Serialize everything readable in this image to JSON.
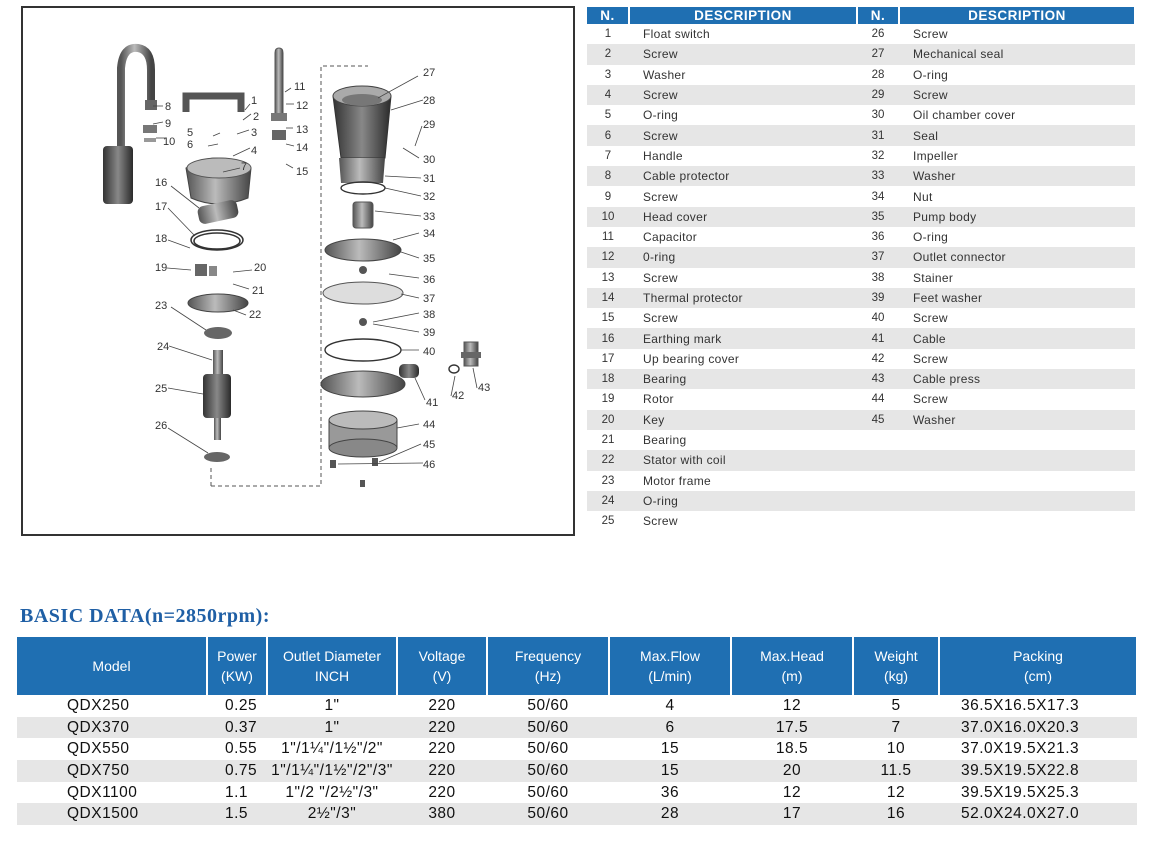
{
  "drawing": {
    "callouts": [
      "1",
      "2",
      "3",
      "4",
      "5",
      "6",
      "7",
      "8",
      "9",
      "10",
      "11",
      "12",
      "13",
      "14",
      "15",
      "16",
      "17",
      "18",
      "19",
      "20",
      "21",
      "22",
      "23",
      "24",
      "25",
      "26",
      "27",
      "28",
      "29",
      "30",
      "31",
      "32",
      "33",
      "34",
      "35",
      "36",
      "37",
      "38",
      "39",
      "40",
      "41",
      "42",
      "43",
      "44",
      "45",
      "46"
    ]
  },
  "parts": {
    "headers": {
      "n": "N.",
      "description": "DESCRIPTION"
    },
    "left": [
      {
        "n": "1",
        "d": "Float switch"
      },
      {
        "n": "2",
        "d": "Screw"
      },
      {
        "n": "3",
        "d": "Washer"
      },
      {
        "n": "4",
        "d": "Screw"
      },
      {
        "n": "5",
        "d": "O-ring"
      },
      {
        "n": "6",
        "d": "Screw"
      },
      {
        "n": "7",
        "d": "Handle"
      },
      {
        "n": "8",
        "d": "Cable protector"
      },
      {
        "n": "9",
        "d": "Screw"
      },
      {
        "n": "10",
        "d": "Head cover"
      },
      {
        "n": "11",
        "d": "Capacitor"
      },
      {
        "n": "12",
        "d": "0-ring"
      },
      {
        "n": "13",
        "d": "Screw"
      },
      {
        "n": "14",
        "d": "Thermal protector"
      },
      {
        "n": "15",
        "d": "Screw"
      },
      {
        "n": "16",
        "d": "Earthing mark"
      },
      {
        "n": "17",
        "d": "Up bearing cover"
      },
      {
        "n": "18",
        "d": "Bearing"
      },
      {
        "n": "19",
        "d": "Rotor"
      },
      {
        "n": "20",
        "d": "Key"
      },
      {
        "n": "21",
        "d": "Bearing"
      },
      {
        "n": "22",
        "d": "Stator with coil"
      },
      {
        "n": "23",
        "d": "Motor frame"
      },
      {
        "n": "24",
        "d": "O-ring"
      },
      {
        "n": "25",
        "d": "Screw"
      }
    ],
    "right": [
      {
        "n": "26",
        "d": "Screw"
      },
      {
        "n": "27",
        "d": "Mechanical seal"
      },
      {
        "n": "28",
        "d": "O-ring"
      },
      {
        "n": "29",
        "d": "Screw"
      },
      {
        "n": "30",
        "d": "Oil chamber cover"
      },
      {
        "n": "31",
        "d": "Seal"
      },
      {
        "n": "32",
        "d": "Impeller"
      },
      {
        "n": "33",
        "d": "Washer"
      },
      {
        "n": "34",
        "d": "Nut"
      },
      {
        "n": "35",
        "d": "Pump body"
      },
      {
        "n": "36",
        "d": "O-ring"
      },
      {
        "n": "37",
        "d": "Outlet connector"
      },
      {
        "n": "38",
        "d": "Stainer"
      },
      {
        "n": "39",
        "d": "Feet washer"
      },
      {
        "n": "40",
        "d": "Screw"
      },
      {
        "n": "41",
        "d": "Cable"
      },
      {
        "n": "42",
        "d": "Screw"
      },
      {
        "n": "43",
        "d": "Cable press"
      },
      {
        "n": "44",
        "d": "Screw"
      },
      {
        "n": "45",
        "d": "Washer"
      }
    ]
  },
  "basic_data": {
    "title": "BASIC DATA(n=2850rpm):",
    "headers": [
      [
        "Model"
      ],
      [
        "Power",
        "(KW)"
      ],
      [
        "Outlet Diameter",
        "INCH"
      ],
      [
        "Voltage",
        "(V)"
      ],
      [
        "Frequency",
        "(Hz)"
      ],
      [
        "Max.Flow",
        "(L/min)"
      ],
      [
        "Max.Head",
        "(m)"
      ],
      [
        "Weight",
        "(kg)"
      ],
      [
        "Packing",
        "(cm)"
      ]
    ],
    "rows": [
      [
        "QDX250",
        "0.25",
        "1\"",
        "220",
        "50/60",
        "4",
        "12",
        "5",
        "36.5X16.5X17.3"
      ],
      [
        "QDX370",
        "0.37",
        "1\"",
        "220",
        "50/60",
        "6",
        "17.5",
        "7",
        "37.0X16.0X20.3"
      ],
      [
        "QDX550",
        "0.55",
        "1\"/1¼\"/1½\"/2\"",
        "220",
        "50/60",
        "15",
        "18.5",
        "10",
        "37.0X19.5X21.3"
      ],
      [
        "QDX750",
        "0.75",
        "1\"/1¼\"/1½\"/2\"/3\"",
        "220",
        "50/60",
        "15",
        "20",
        "11.5",
        "39.5X19.5X22.8"
      ],
      [
        "QDX1100",
        "1.1",
        "1\"/2 \"/2½\"/3\"",
        "220",
        "50/60",
        "36",
        "12",
        "12",
        "39.5X19.5X25.3"
      ],
      [
        "QDX1500",
        "1.5",
        "2½\"/3\"",
        "380",
        "50/60",
        "28",
        "17",
        "16",
        "52.0X24.0X27.0"
      ]
    ]
  },
  "colors": {
    "header_bg": "#1f6fb2",
    "title": "#1f5fa5",
    "stripe": "#e6e6e6"
  }
}
